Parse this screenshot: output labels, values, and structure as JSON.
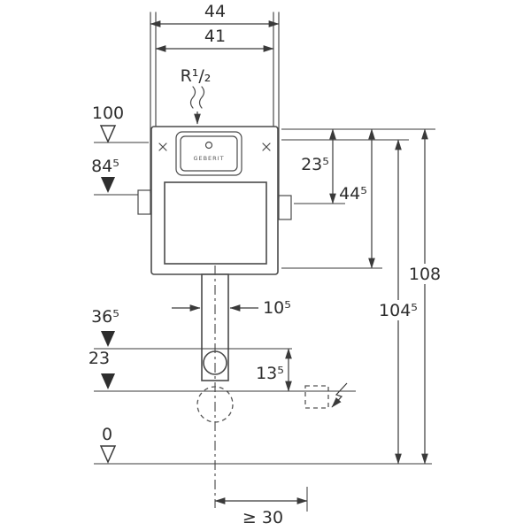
{
  "diagram": {
    "colors": {
      "line": "#4a4a4a",
      "dimension": "#3a3a3a",
      "text": "#2e2e2e",
      "background": "#ffffff"
    },
    "labels": {
      "width_outer": "44",
      "width_inner": "41",
      "supply": "R¹/₂",
      "level_100": "100",
      "level_845": "84⁵",
      "dim_235": "23⁵",
      "dim_445": "44⁵",
      "dim_108": "108",
      "dim_1045": "104⁵",
      "level_365": "36⁵",
      "level_23": "23",
      "dim_135": "13⁵",
      "dim_105": "10⁵",
      "level_0": "0",
      "dim_min30": "≥ 30",
      "brand": "GEBERIT"
    }
  }
}
